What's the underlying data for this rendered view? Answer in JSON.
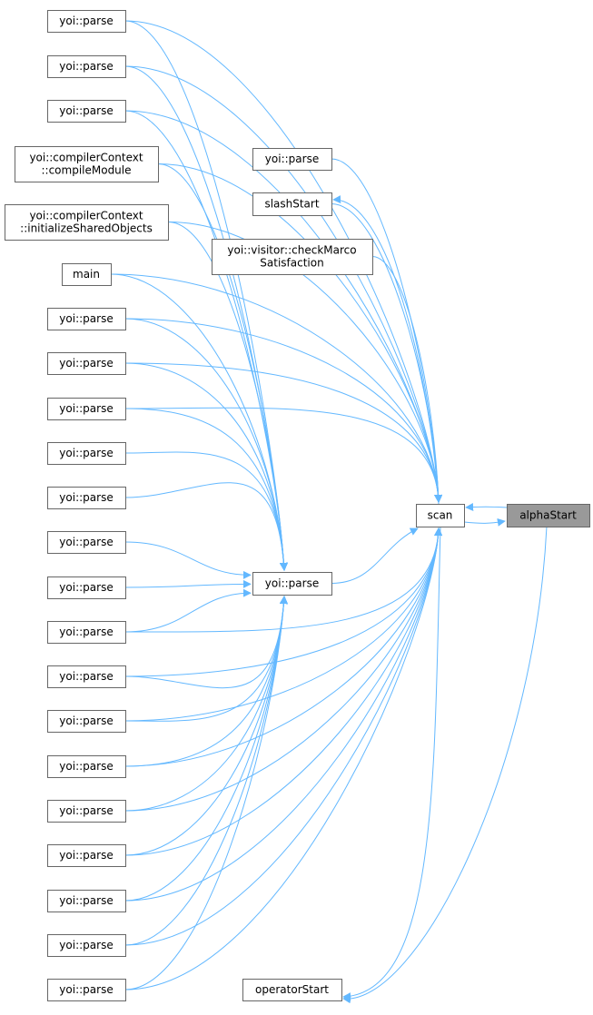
{
  "title": "alphaStart call graph",
  "colors": {
    "edge": "#63b8ff",
    "root_fill": "#999999",
    "node_border": "#666666"
  },
  "nodes": [
    {
      "id": "p1",
      "lines": [
        "yoi::parse"
      ]
    },
    {
      "id": "p2",
      "lines": [
        "yoi::parse"
      ]
    },
    {
      "id": "p3",
      "lines": [
        "yoi::parse"
      ]
    },
    {
      "id": "cm",
      "lines": [
        "yoi::compilerContext",
        "::compileModule"
      ]
    },
    {
      "id": "iso",
      "lines": [
        "yoi::compilerContext",
        "::initializeSharedObjects"
      ]
    },
    {
      "id": "main",
      "lines": [
        "main"
      ]
    },
    {
      "id": "p4",
      "lines": [
        "yoi::parse"
      ]
    },
    {
      "id": "p5",
      "lines": [
        "yoi::parse"
      ]
    },
    {
      "id": "p6",
      "lines": [
        "yoi::parse"
      ]
    },
    {
      "id": "p7",
      "lines": [
        "yoi::parse"
      ]
    },
    {
      "id": "p8",
      "lines": [
        "yoi::parse"
      ]
    },
    {
      "id": "p9",
      "lines": [
        "yoi::parse"
      ]
    },
    {
      "id": "p10",
      "lines": [
        "yoi::parse"
      ]
    },
    {
      "id": "p11",
      "lines": [
        "yoi::parse"
      ]
    },
    {
      "id": "p12",
      "lines": [
        "yoi::parse"
      ]
    },
    {
      "id": "p13",
      "lines": [
        "yoi::parse"
      ]
    },
    {
      "id": "p14",
      "lines": [
        "yoi::parse"
      ]
    },
    {
      "id": "p15",
      "lines": [
        "yoi::parse"
      ]
    },
    {
      "id": "p16",
      "lines": [
        "yoi::parse"
      ]
    },
    {
      "id": "p17",
      "lines": [
        "yoi::parse"
      ]
    },
    {
      "id": "p18",
      "lines": [
        "yoi::parse"
      ]
    },
    {
      "id": "p19",
      "lines": [
        "yoi::parse"
      ]
    },
    {
      "id": "mp1",
      "lines": [
        "yoi::parse"
      ]
    },
    {
      "id": "slash",
      "lines": [
        "slashStart"
      ]
    },
    {
      "id": "marco",
      "lines": [
        "yoi::visitor::checkMarco",
        "Satisfaction"
      ]
    },
    {
      "id": "mp",
      "lines": [
        "yoi::parse"
      ]
    },
    {
      "id": "op",
      "lines": [
        "operatorStart"
      ]
    },
    {
      "id": "scan",
      "lines": [
        "scan"
      ]
    },
    {
      "id": "alpha",
      "lines": [
        "alphaStart"
      ],
      "root": true
    }
  ],
  "edges": [
    [
      "p1",
      "scan"
    ],
    [
      "p1",
      "mp"
    ],
    [
      "p2",
      "scan"
    ],
    [
      "p2",
      "mp"
    ],
    [
      "p3",
      "scan"
    ],
    [
      "p3",
      "mp"
    ],
    [
      "cm",
      "scan"
    ],
    [
      "cm",
      "mp"
    ],
    [
      "iso",
      "scan"
    ],
    [
      "iso",
      "mp"
    ],
    [
      "main",
      "scan"
    ],
    [
      "main",
      "mp"
    ],
    [
      "p4",
      "scan"
    ],
    [
      "p4",
      "mp"
    ],
    [
      "p5",
      "scan"
    ],
    [
      "p5",
      "mp"
    ],
    [
      "p6",
      "scan"
    ],
    [
      "p6",
      "mp"
    ],
    [
      "p7",
      "mp"
    ],
    [
      "p8",
      "mp"
    ],
    [
      "p9",
      "mp"
    ],
    [
      "p10",
      "mp"
    ],
    [
      "p11",
      "scan"
    ],
    [
      "p11",
      "mp"
    ],
    [
      "p12",
      "scan"
    ],
    [
      "p12",
      "mp"
    ],
    [
      "p13",
      "scan"
    ],
    [
      "p13",
      "mp"
    ],
    [
      "p14",
      "scan"
    ],
    [
      "p14",
      "mp"
    ],
    [
      "p15",
      "scan"
    ],
    [
      "p15",
      "mp"
    ],
    [
      "p16",
      "scan"
    ],
    [
      "p16",
      "mp"
    ],
    [
      "p17",
      "scan"
    ],
    [
      "p17",
      "mp"
    ],
    [
      "p18",
      "scan"
    ],
    [
      "p18",
      "mp"
    ],
    [
      "p19",
      "scan"
    ],
    [
      "p19",
      "mp"
    ],
    [
      "mp1",
      "scan"
    ],
    [
      "slash",
      "scan"
    ],
    [
      "scan",
      "slash"
    ],
    [
      "marco",
      "scan"
    ],
    [
      "mp",
      "scan"
    ],
    [
      "scan",
      "op"
    ],
    [
      "alpha",
      "op"
    ],
    [
      "alpha",
      "scan"
    ],
    [
      "scan",
      "alpha"
    ]
  ]
}
